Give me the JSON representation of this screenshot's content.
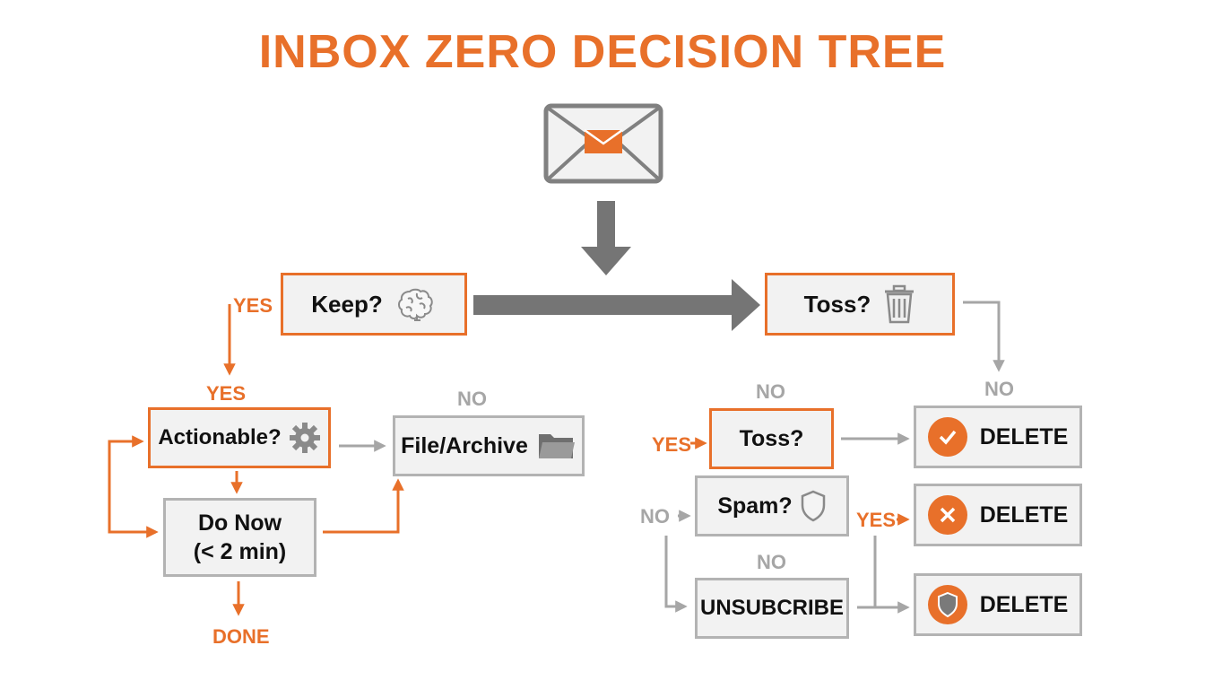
{
  "title": "INBOX ZERO DECISION TREE",
  "colors": {
    "accent": "#e8702a",
    "gray": "#7a7a7a",
    "box_fill": "#f2f2f2"
  },
  "nodes": {
    "keep": "Keep?",
    "toss_top": "Toss?",
    "actionable": "Actionable?",
    "file_archive": "File/Archive",
    "do_now_line1": "Do Now",
    "do_now_line2": "(< 2 min)",
    "toss_mid": "Toss?",
    "spam": "Spam?",
    "unsubscribe": "UNSUBCRIBE",
    "delete_1": "DELETE",
    "delete_2": "DELETE",
    "delete_3": "DELETE"
  },
  "labels": {
    "yes_keep": "YES",
    "yes_actionable": "YES",
    "no_file": "NO",
    "done": "DONE",
    "no_toss_top": "NO",
    "no_toss_mid": "NO",
    "yes_toss_mid": "YES",
    "no_spam_left": "NO",
    "yes_spam": "YES",
    "no_unsub": "NO"
  },
  "icons": [
    "envelope-icon",
    "brain-icon",
    "trash-icon",
    "gear-icon",
    "folder-icon",
    "shield-icon",
    "check-icon",
    "x-icon",
    "shield-icon"
  ]
}
